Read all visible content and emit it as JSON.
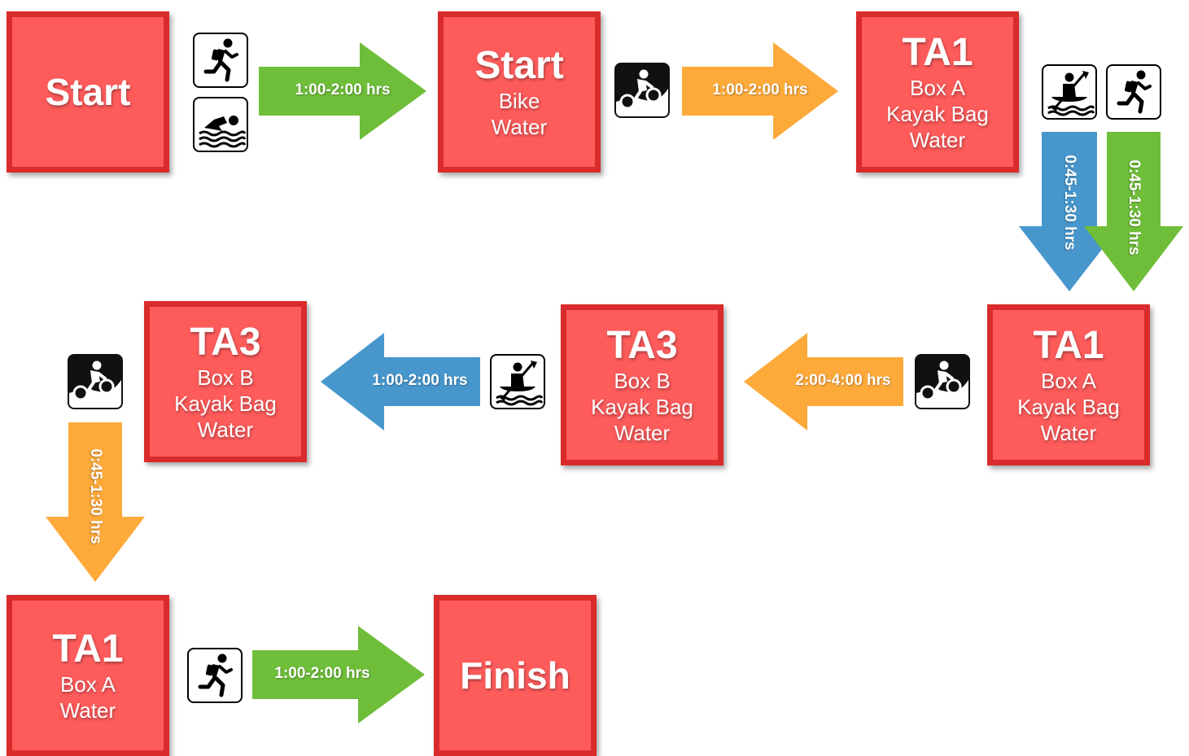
{
  "colors": {
    "box_fill": "#fe5b5b",
    "box_border": "#d92b2b",
    "arrow_green": "#6fbe3a",
    "arrow_orange": "#fdaa3b",
    "arrow_blue": "#4797cd"
  },
  "boxes": [
    {
      "title": "Start",
      "lines": []
    },
    {
      "title": "Start",
      "lines": [
        "Bike",
        "Water"
      ]
    },
    {
      "title": "TA1",
      "lines": [
        "Box A",
        "Kayak Bag",
        "Water"
      ]
    },
    {
      "title": "TA1",
      "lines": [
        "Box A",
        "Kayak Bag",
        "Water"
      ]
    },
    {
      "title": "TA3",
      "lines": [
        "Box B",
        "Kayak Bag",
        "Water"
      ]
    },
    {
      "title": "TA3",
      "lines": [
        "Box B",
        "Kayak Bag",
        "Water"
      ]
    },
    {
      "title": "TA1",
      "lines": [
        "Box A",
        "Water"
      ]
    },
    {
      "title": "Finish",
      "lines": []
    }
  ],
  "arrows": [
    {
      "label": "1:00-2:00 hrs",
      "color": "green"
    },
    {
      "label": "1:00-2:00 hrs",
      "color": "orange"
    },
    {
      "label": "0:45-1:30 hrs",
      "color": "blue"
    },
    {
      "label": "0:45-1:30 hrs",
      "color": "green"
    },
    {
      "label": "2:00-4:00 hrs",
      "color": "orange"
    },
    {
      "label": "1:00-2:00 hrs",
      "color": "blue"
    },
    {
      "label": "0:45-1:30 hrs",
      "color": "orange"
    },
    {
      "label": "1:00-2:00 hrs",
      "color": "green"
    }
  ],
  "icons": [
    "runner-icon",
    "swimmer-icon",
    "mountain-bike-icon",
    "kayak-icon",
    "runner-icon",
    "mountain-bike-icon",
    "kayak-icon",
    "mountain-bike-icon",
    "runner-icon"
  ]
}
